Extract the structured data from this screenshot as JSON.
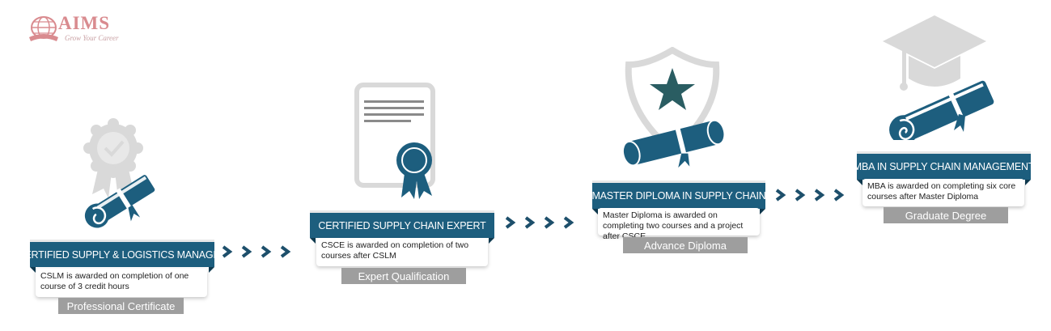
{
  "logo": {
    "name": "AIMS",
    "tagline": "Grow Your Career"
  },
  "stages": [
    {
      "title": "CERTIFIED SUPPLY & LOGISTICS MANAGER",
      "description": "CSLM is awarded on completion of one course of 3 credit hours",
      "level": "Professional Certificate",
      "icon": "award-scroll-icon"
    },
    {
      "title": "CERTIFIED SUPPLY CHAIN EXPERT",
      "description": "CSCE is awarded on completion of two courses after CSLM",
      "level": "Expert Qualification",
      "icon": "certificate-icon"
    },
    {
      "title": "MASTER DIPLOMA IN SUPPLY CHAIN",
      "description": "Master Diploma is awarded on completing two courses and a project after CSCE",
      "level": "Advance Diploma",
      "icon": "shield-star-diploma-icon"
    },
    {
      "title": "MBA IN SUPPLY CHAIN MANAGEMENT",
      "description": "MBA is awarded on completing six core courses after Master Diploma",
      "level": "Graduate Degree",
      "icon": "graduation-cap-diploma-icon"
    }
  ],
  "colors": {
    "banner": "#1d5e7e",
    "icon_dark": "#1d5e7e",
    "icon_gray": "#d9d9d9",
    "label_gray": "#9e9e9e",
    "chevron": "#1d4f6b"
  }
}
